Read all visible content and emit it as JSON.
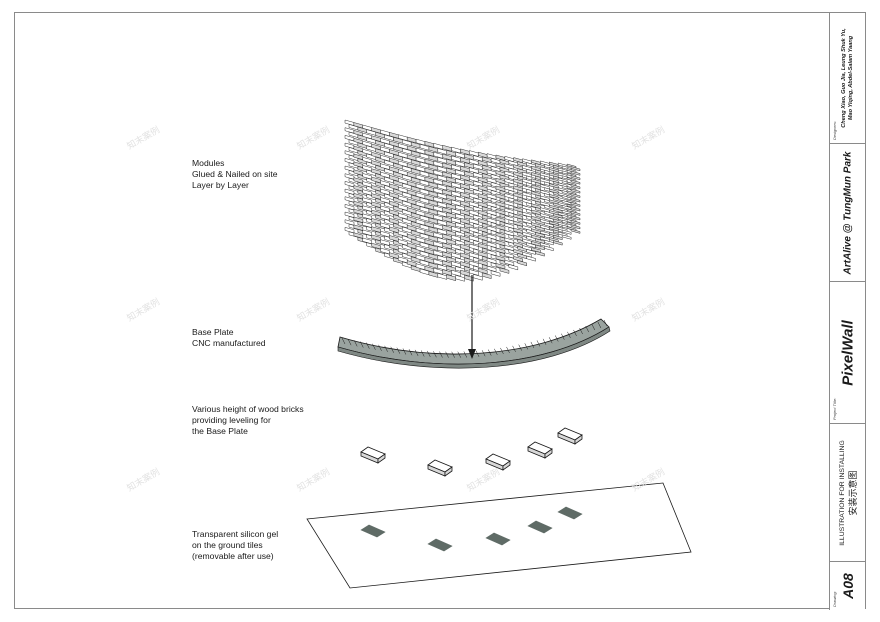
{
  "labels": {
    "modules": [
      "Modules",
      "Glued & Nailed on site",
      "Layer by Layer"
    ],
    "base_plate": [
      "Base Plate",
      "CNC manufactured"
    ],
    "wood_bricks": [
      "Various height of wood bricks",
      "providing leveling for",
      "the Base Plate"
    ],
    "silicon_gel": [
      "Transparent silicon gel",
      "on the ground tiles",
      "(removable after use)"
    ]
  },
  "title_block": {
    "designers_caption": "Designers:",
    "designers": [
      "Cheng Xiao, Guo Jia, Leung Shuk Yu,",
      "Mao Yiqing, Abdel-Salam Yaang"
    ],
    "project": "ArtAlive @ TungMun Park",
    "project_title_caption": "Project Title:",
    "project_title": "PixelWall",
    "drawing_title_en": "ILLUSTRATION FOR INSTALLING",
    "drawing_title_cn": "安装示意图",
    "drawing_caption": "Drawing:",
    "drawing_number": "A08"
  },
  "watermark": "知末案例",
  "colors": {
    "frame": "#8a8a8a",
    "pad_fill": "#5f6b66",
    "plate_fill": "#9aa39f",
    "brick_top": "#ffffff",
    "brick_side": "#d8d8d8",
    "line": "#1a1a1a"
  }
}
